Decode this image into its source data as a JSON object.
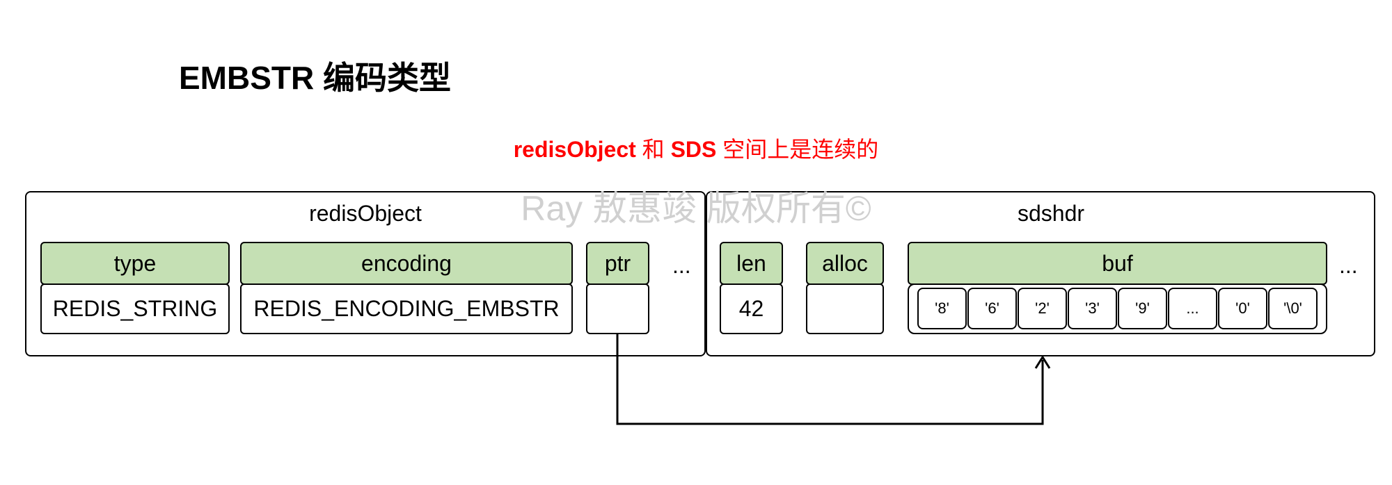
{
  "title": "EMBSTR 编码类型",
  "subtitle": {
    "part1": "redisObject",
    "part2": " 和 ",
    "part3": "SDS",
    "part4": " 空间上是连续的"
  },
  "watermark": "Ray 敖惠竣 版权所有©",
  "redis_object": {
    "label": "redisObject",
    "fields": [
      {
        "header": "type",
        "value": "REDIS_STRING"
      },
      {
        "header": "encoding",
        "value": "REDIS_ENCODING_EMBSTR"
      },
      {
        "header": "ptr",
        "value": ""
      }
    ],
    "ellipsis": "..."
  },
  "sdshdr": {
    "label": "sdshdr",
    "fields": [
      {
        "header": "len",
        "value": "42"
      },
      {
        "header": "alloc",
        "value": ""
      },
      {
        "header": "buf",
        "value": ""
      }
    ],
    "buf_bytes": [
      "'8'",
      "'6'",
      "'2'",
      "'3'",
      "'9'",
      "...",
      "'0'",
      "'\\0'"
    ],
    "ellipsis": "..."
  },
  "arrow": {
    "from": "ptr",
    "to": "sdshdr"
  }
}
